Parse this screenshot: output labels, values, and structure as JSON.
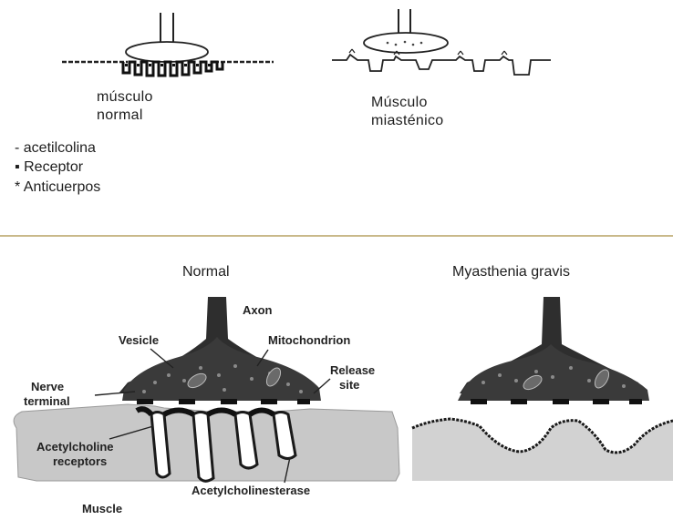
{
  "top": {
    "normal_label": [
      "músculo",
      "normal"
    ],
    "mg_label": [
      "Músculo",
      "miasténico"
    ],
    "legend": [
      {
        "marker": "-",
        "text": "acetilcolina"
      },
      {
        "marker": "▪",
        "text": "Receptor"
      },
      {
        "marker": "*",
        "text": "Anticuerpos"
      }
    ]
  },
  "bottom": {
    "normal_title": "Normal",
    "mg_title": "Myasthenia gravis",
    "labels": {
      "axon": "Axon",
      "vesicle": "Vesicle",
      "mitochondrion": "Mitochondrion",
      "release_site": [
        "Release",
        "site"
      ],
      "nerve_terminal": [
        "Nerve",
        "terminal"
      ],
      "ach_receptors": [
        "Acetylcholine",
        "receptors"
      ],
      "ache": "Acetylcholinesterase",
      "muscle": "Muscle"
    }
  },
  "colors": {
    "ink": "#1e1e1e",
    "muscle_fill": "#c8c8c8",
    "terminal_fill": "#3a3a3a",
    "divider": "#c9b98a"
  }
}
